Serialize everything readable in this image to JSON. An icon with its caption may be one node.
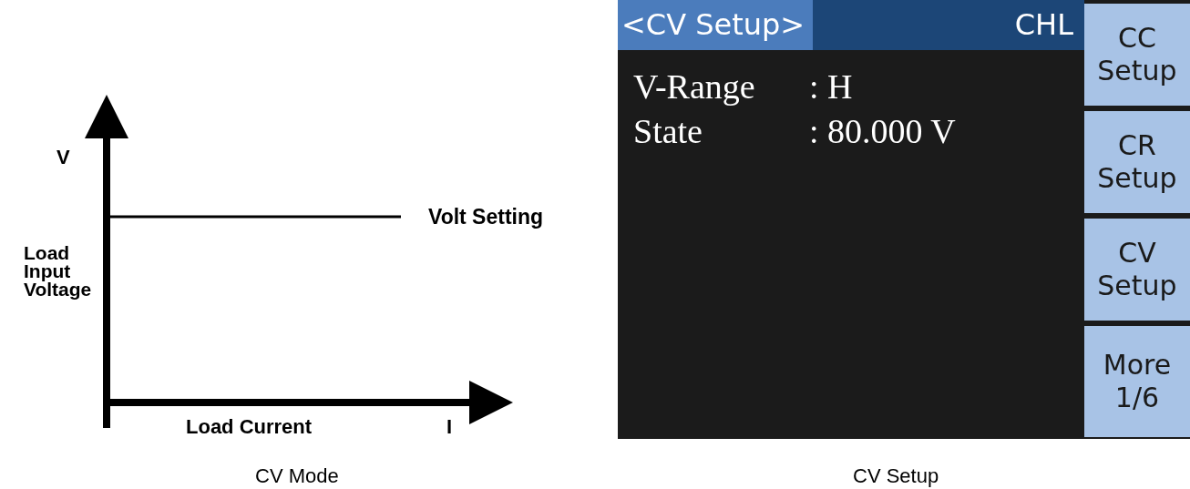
{
  "diagram": {
    "nodes": [
      {
        "text": [
          "<CV Setup>",
          "CHL"
        ]
      },
      {
        "text": [
          "CC Setup"
        ]
      },
      {
        "text": [
          "CR Setup"
        ]
      },
      {
        "text": [
          "CV Setup"
        ]
      },
      {
        "text": [
          "More 1/6"
        ]
      }
    ],
    "labels": [
      "V",
      "Volt Setting",
      "Load Input Voltage",
      "Load Current",
      "I",
      "V-Range",
      ": H",
      "State",
      ": 80.000 V",
      "CV Mode",
      "CV Setup"
    ]
  }
}
